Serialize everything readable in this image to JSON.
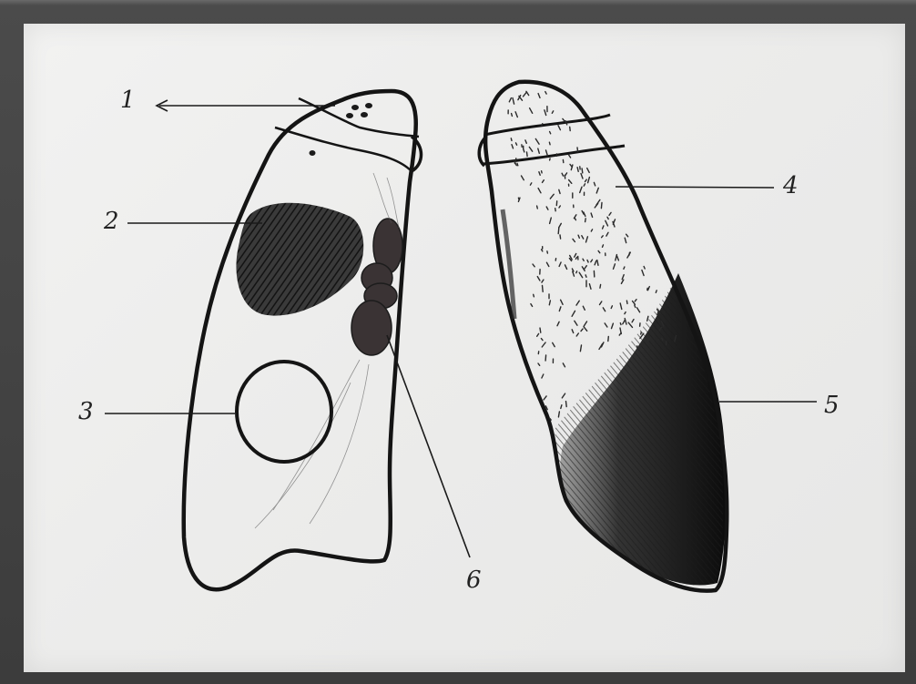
{
  "diagram": {
    "labels": [
      "1",
      "2",
      "3",
      "4",
      "5",
      "6"
    ]
  },
  "colors": {
    "ink": "#161616",
    "paper": "#ededec",
    "frame": "#3c3c3c"
  }
}
